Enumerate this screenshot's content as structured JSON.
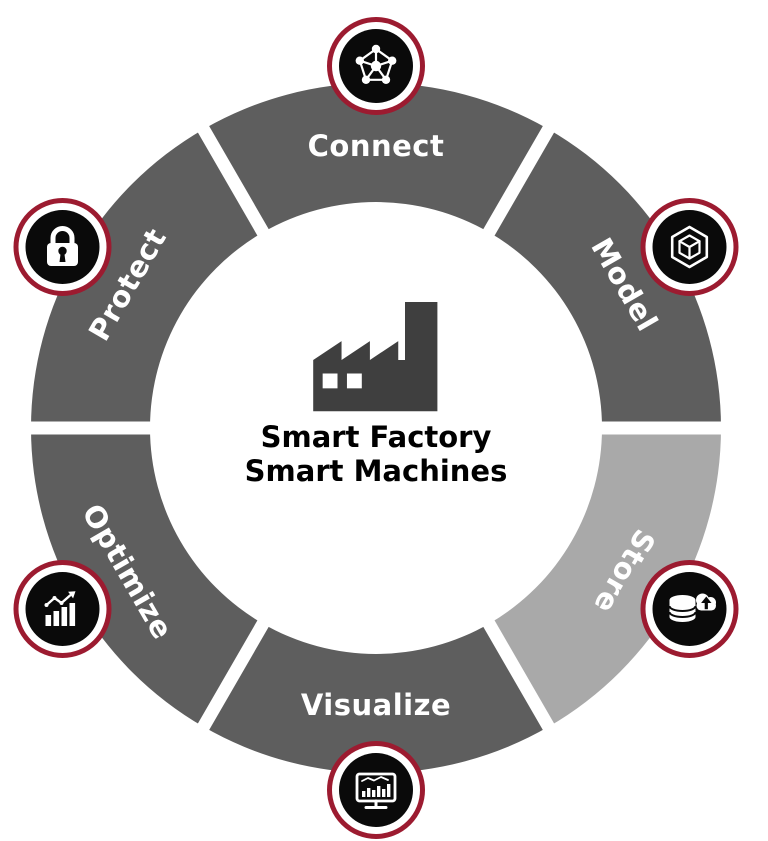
{
  "diagram": {
    "type": "segmented-ring-cycle",
    "center": {
      "icon": "factory-icon",
      "title_line1": "Smart Factory",
      "title_line2": "Smart Machines"
    },
    "segments": [
      {
        "id": "connect",
        "label": "Connect",
        "icon": "network-icon",
        "highlighted": false
      },
      {
        "id": "model",
        "label": "Model",
        "icon": "cube-icon",
        "highlighted": false
      },
      {
        "id": "store",
        "label": "Store",
        "icon": "database-upload-icon",
        "highlighted": true
      },
      {
        "id": "visualize",
        "label": "Visualize",
        "icon": "dashboard-icon",
        "highlighted": false
      },
      {
        "id": "optimize",
        "label": "Optimize",
        "icon": "bar-growth-icon",
        "highlighted": false
      },
      {
        "id": "protect",
        "label": "Protect",
        "icon": "padlock-icon",
        "highlighted": false
      }
    ],
    "colors": {
      "segment_default": "#5e5e5e",
      "segment_highlighted": "#a9a9a9",
      "badge_ring": "#9c1b30",
      "badge_fill": "#0a0a0a",
      "badge_inner_bg": "#ffffff",
      "icon_glyph": "#ffffff",
      "label_text": "#ffffff",
      "center_text": "#000000",
      "center_icon": "#3f3f3f",
      "background": "#ffffff"
    }
  }
}
